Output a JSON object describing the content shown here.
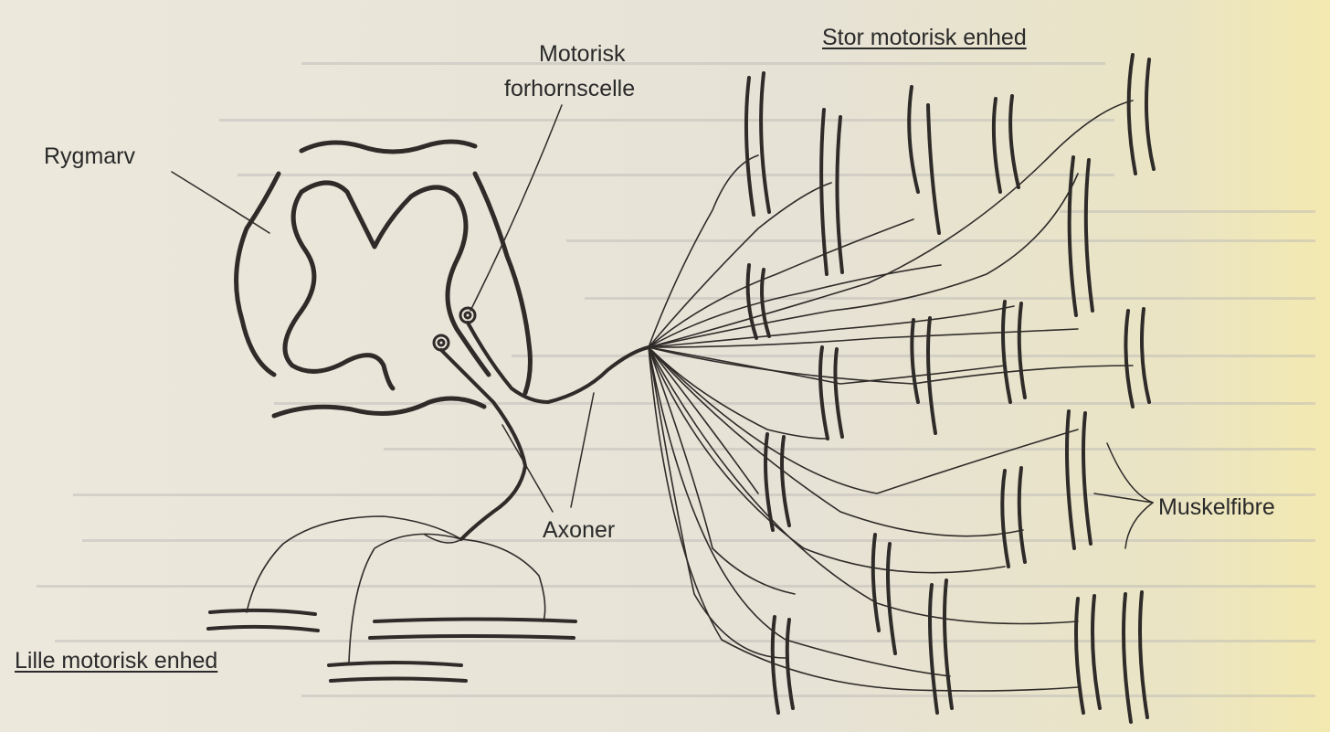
{
  "labels": {
    "rygmarv": "Rygmarv",
    "motorisk_line1": "Motorisk",
    "motorisk_line2": "forhornscelle",
    "stor_enhed": "Stor motorisk enhed",
    "axoner": "Axoner",
    "muskelfibre": "Muskelfibre",
    "lille_enhed": "Lille motorisk enhed"
  },
  "colors": {
    "ink": "#2e2b29",
    "paper": "#e8e4d8",
    "highlight": "#f3e9b0"
  }
}
